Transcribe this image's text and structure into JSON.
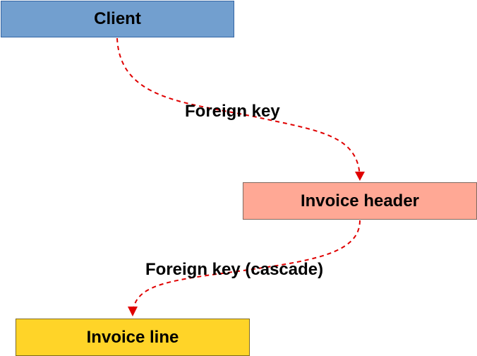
{
  "nodes": {
    "client": {
      "label": "Client",
      "color": "#729fcf"
    },
    "invoice_header": {
      "label": "Invoice header",
      "color": "#ffa895"
    },
    "invoice_line": {
      "label": "Invoice line",
      "color": "#ffd428"
    }
  },
  "edges": {
    "client_to_header": {
      "label": "Foreign key",
      "color": "#e00000",
      "style": "dashed"
    },
    "header_to_line": {
      "label": "Foreign key (cascade)",
      "color": "#e00000",
      "style": "dashed"
    }
  }
}
